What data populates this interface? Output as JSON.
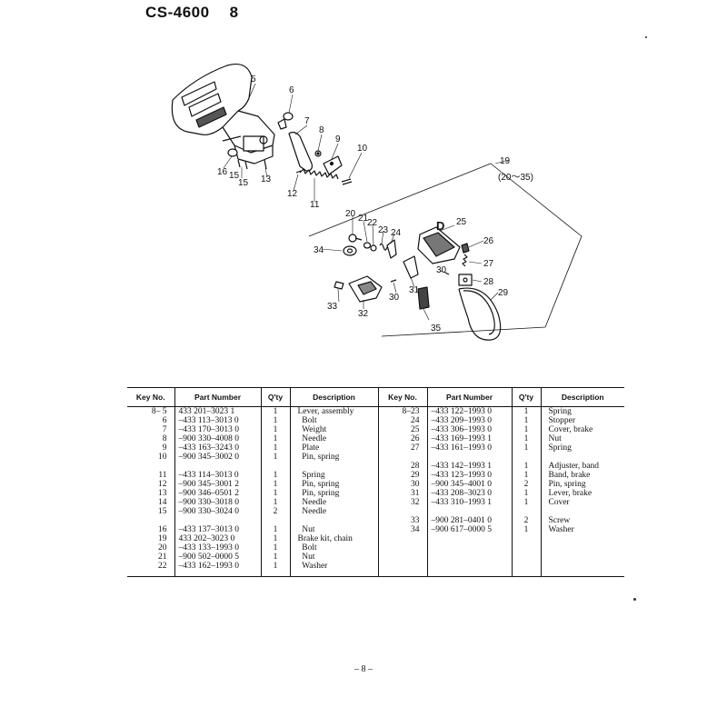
{
  "header": {
    "model": "CS-4600",
    "section": "8"
  },
  "diagram_labels": {
    "l5": "5",
    "l6": "6",
    "l7": "7",
    "l8": "8",
    "l9": "9",
    "l10": "10",
    "l11": "11",
    "l12": "12",
    "l13": "13",
    "l15a": "15",
    "l15b": "15",
    "l16": "16",
    "l19": "19",
    "l19range": "(20～35)",
    "l20": "20",
    "l21": "21",
    "l22": "22",
    "l23": "23",
    "l24": "24",
    "l25": "25",
    "lD": "D",
    "l26": "26",
    "l27": "27",
    "l28": "28",
    "l29": "29",
    "l30a": "30",
    "l30b": "30",
    "l31": "31",
    "l32": "32",
    "l33": "33",
    "l34": "34",
    "l35": "35"
  },
  "table": {
    "headers": [
      "Key No.",
      "Part Number",
      "Q'ty",
      "Description",
      "Key No.",
      "Part Number",
      "Q'ty",
      "Description"
    ],
    "left": [
      [
        {
          "key": "8– 5",
          "part": "433 201–3023 1",
          "qty": "1",
          "desc": "Lever, assembly"
        },
        {
          "key": "6",
          "part": "–433 113–3013 0",
          "qty": "1",
          "desc": "  Bolt"
        },
        {
          "key": "7",
          "part": "–433 170–3013 0",
          "qty": "1",
          "desc": "  Weight"
        },
        {
          "key": "8",
          "part": "–900 330–4008 0",
          "qty": "1",
          "desc": "  Needle"
        },
        {
          "key": "9",
          "part": "–433 163–3243 0",
          "qty": "1",
          "desc": "  Plate"
        },
        {
          "key": "10",
          "part": "–900 345–3002 0",
          "qty": "1",
          "desc": "  Pin, spring"
        }
      ],
      [
        {
          "key": "11",
          "part": "–433 114–3013 0",
          "qty": "1",
          "desc": "  Spring"
        },
        {
          "key": "12",
          "part": "–900 345–3001 2",
          "qty": "1",
          "desc": "  Pin, spring"
        },
        {
          "key": "13",
          "part": "–900 346–0501 2",
          "qty": "1",
          "desc": "  Pin, spring"
        },
        {
          "key": "14",
          "part": "–900 330–3018 0",
          "qty": "1",
          "desc": "  Needle"
        },
        {
          "key": "15",
          "part": "–900 330–3024 0",
          "qty": "2",
          "desc": "  Needle"
        }
      ],
      [
        {
          "key": "16",
          "part": "–433 137–3013 0",
          "qty": "1",
          "desc": "  Nut"
        },
        {
          "key": "19",
          "part": "433 202–3023 0",
          "qty": "1",
          "desc": "Brake kit, chain"
        },
        {
          "key": "20",
          "part": "–433 133–1993 0",
          "qty": "1",
          "desc": "  Bolt"
        },
        {
          "key": "21",
          "part": "–900 502–0000 5",
          "qty": "1",
          "desc": "  Nut"
        },
        {
          "key": "22",
          "part": "–433 162–1993 0",
          "qty": "1",
          "desc": "  Washer"
        }
      ]
    ],
    "right": [
      [
        {
          "key": "8–23",
          "part": "–433 122–1993 0",
          "qty": "1",
          "desc": "Spring"
        },
        {
          "key": "24",
          "part": "–433 209–1993 0",
          "qty": "1",
          "desc": "Stopper"
        },
        {
          "key": "25",
          "part": "–433 306–1993 0",
          "qty": "1",
          "desc": "Cover, brake"
        },
        {
          "key": "26",
          "part": "–433 169–1993 1",
          "qty": "1",
          "desc": "Nut"
        },
        {
          "key": "27",
          "part": "–433 161–1993 0",
          "qty": "1",
          "desc": "Spring"
        }
      ],
      [
        {
          "key": "28",
          "part": "–433 142–1993 1",
          "qty": "1",
          "desc": "Adjuster, band"
        },
        {
          "key": "29",
          "part": "–433 123–1993 0",
          "qty": "1",
          "desc": "Band, brake"
        },
        {
          "key": "30",
          "part": "–900 345–4001 0",
          "qty": "2",
          "desc": "Pin, spring"
        },
        {
          "key": "31",
          "part": "–433 208–3023 0",
          "qty": "1",
          "desc": "Lever, brake"
        },
        {
          "key": "32",
          "part": "–433 310–1993 1",
          "qty": "1",
          "desc": "Cover"
        }
      ],
      [
        {
          "key": "33",
          "part": "–900 281–0401 0",
          "qty": "2",
          "desc": "Screw"
        },
        {
          "key": "34",
          "part": "–900 617–0000 5",
          "qty": "1",
          "desc": "Washer"
        }
      ]
    ]
  },
  "footer": {
    "page": "– 8 –"
  }
}
